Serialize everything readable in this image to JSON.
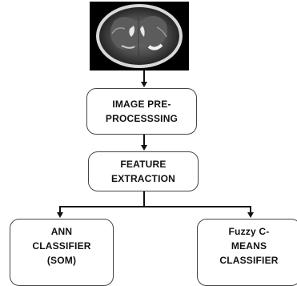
{
  "diagram": {
    "image": {
      "icon": "brain-mri-scan"
    },
    "nodes": {
      "preprocessing": "IMAGE PRE-\nPROCESSSING",
      "feature_extraction": "FEATURE\nEXTRACTION",
      "ann_classifier": "ANN\nCLASSIFIER\n(SOM)",
      "fuzzy_classifier": "Fuzzy C-\nMEANS\nCLASSIFIER"
    }
  }
}
